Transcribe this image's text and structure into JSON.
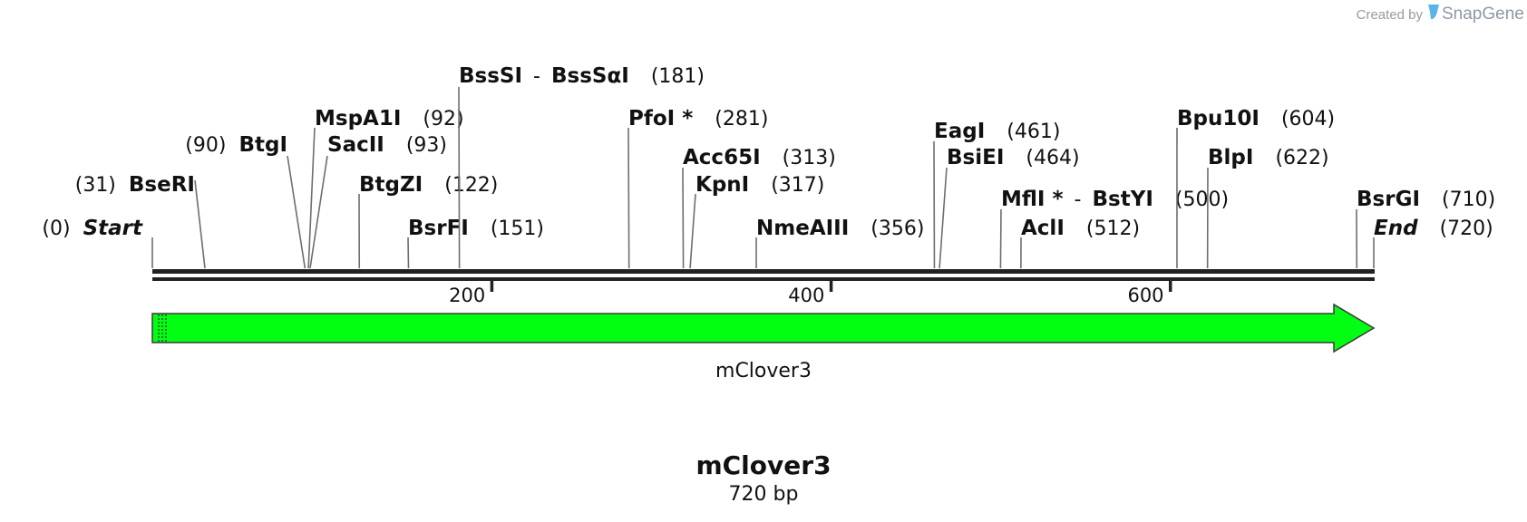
{
  "credit": {
    "created_by": "Created by",
    "brand": "SnapGene"
  },
  "sequence": {
    "name": "mClover3",
    "length_label": "720 bp",
    "length_bp": 720
  },
  "scale_ticks": [
    {
      "bp": 200,
      "label": "200"
    },
    {
      "bp": 400,
      "label": "400"
    },
    {
      "bp": 600,
      "label": "600"
    }
  ],
  "feature": {
    "name": "mClover3",
    "start": 1,
    "end": 720,
    "direction": "forward",
    "color": "#00ff12"
  },
  "sites": [
    {
      "id": "start",
      "name": "Start",
      "pos_label": "(0)",
      "bp": 0,
      "italic": true,
      "label_side": "left"
    },
    {
      "id": "bseri",
      "name": "BseRI",
      "pos_label": "(31)",
      "bp": 31,
      "label_side": "left"
    },
    {
      "id": "btgi",
      "name": "BtgI",
      "pos_label": "(90)",
      "bp": 90,
      "label_side": "left"
    },
    {
      "id": "mspa1i",
      "name": "MspA1I",
      "pos_label": "(92)",
      "bp": 92,
      "label_side": "right"
    },
    {
      "id": "sacii",
      "name": "SacII",
      "pos_label": "(93)",
      "bp": 93,
      "label_side": "right"
    },
    {
      "id": "btgzi",
      "name": "BtgZI",
      "pos_label": "(122)",
      "bp": 122,
      "label_side": "right"
    },
    {
      "id": "bsrfi",
      "name": "BsrFI",
      "pos_label": "(151)",
      "bp": 151,
      "label_side": "right"
    },
    {
      "id": "bsssi",
      "name": "BssSI",
      "name2": "BssSαI",
      "sep": "-",
      "pos_label": "(181)",
      "bp": 181,
      "label_side": "right"
    },
    {
      "id": "pfoi",
      "name": "PfoI *",
      "pos_label": "(281)",
      "bp": 281,
      "label_side": "right"
    },
    {
      "id": "acc65i",
      "name": "Acc65I",
      "pos_label": "(313)",
      "bp": 313,
      "label_side": "right"
    },
    {
      "id": "kpni",
      "name": "KpnI",
      "pos_label": "(317)",
      "bp": 317,
      "label_side": "right"
    },
    {
      "id": "nmeaiii",
      "name": "NmeAIII",
      "pos_label": "(356)",
      "bp": 356,
      "label_side": "right"
    },
    {
      "id": "eagi",
      "name": "EagI",
      "pos_label": "(461)",
      "bp": 461,
      "label_side": "right"
    },
    {
      "id": "bsiei",
      "name": "BsiEI",
      "pos_label": "(464)",
      "bp": 464,
      "label_side": "right"
    },
    {
      "id": "mfli",
      "name": "MflI *",
      "name2": "BstYI",
      "sep": "-",
      "pos_label": "(500)",
      "bp": 500,
      "label_side": "right"
    },
    {
      "id": "acli",
      "name": "AclI",
      "pos_label": "(512)",
      "bp": 512,
      "label_side": "right"
    },
    {
      "id": "bpu10i",
      "name": "Bpu10I",
      "pos_label": "(604)",
      "bp": 604,
      "label_side": "right"
    },
    {
      "id": "blpi",
      "name": "BlpI",
      "pos_label": "(622)",
      "bp": 622,
      "label_side": "right"
    },
    {
      "id": "bsrgi",
      "name": "BsrGI",
      "pos_label": "(710)",
      "bp": 710,
      "label_side": "right"
    },
    {
      "id": "end",
      "name": "End",
      "pos_label": "(720)",
      "bp": 720,
      "italic": true,
      "label_side": "right"
    }
  ]
}
